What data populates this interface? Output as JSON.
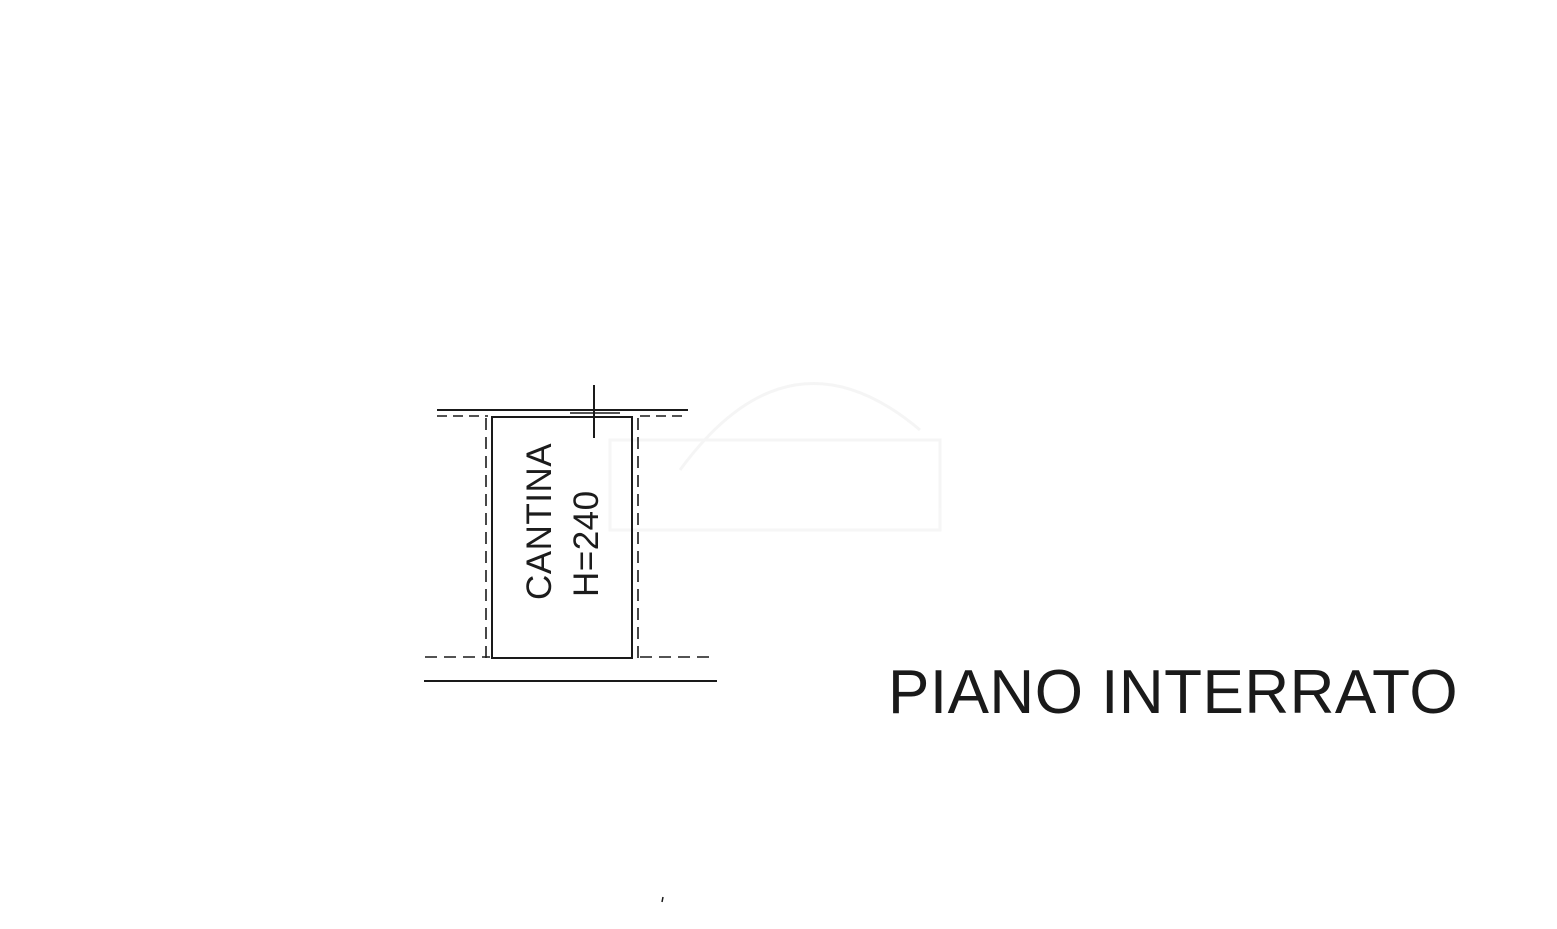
{
  "floor_plan": {
    "title": "PIANO INTERRATO",
    "room": {
      "name": "CANTINA",
      "height_label": "H=240"
    },
    "colors": {
      "ink": "#1a1a1a",
      "paper": "#ffffff"
    }
  }
}
